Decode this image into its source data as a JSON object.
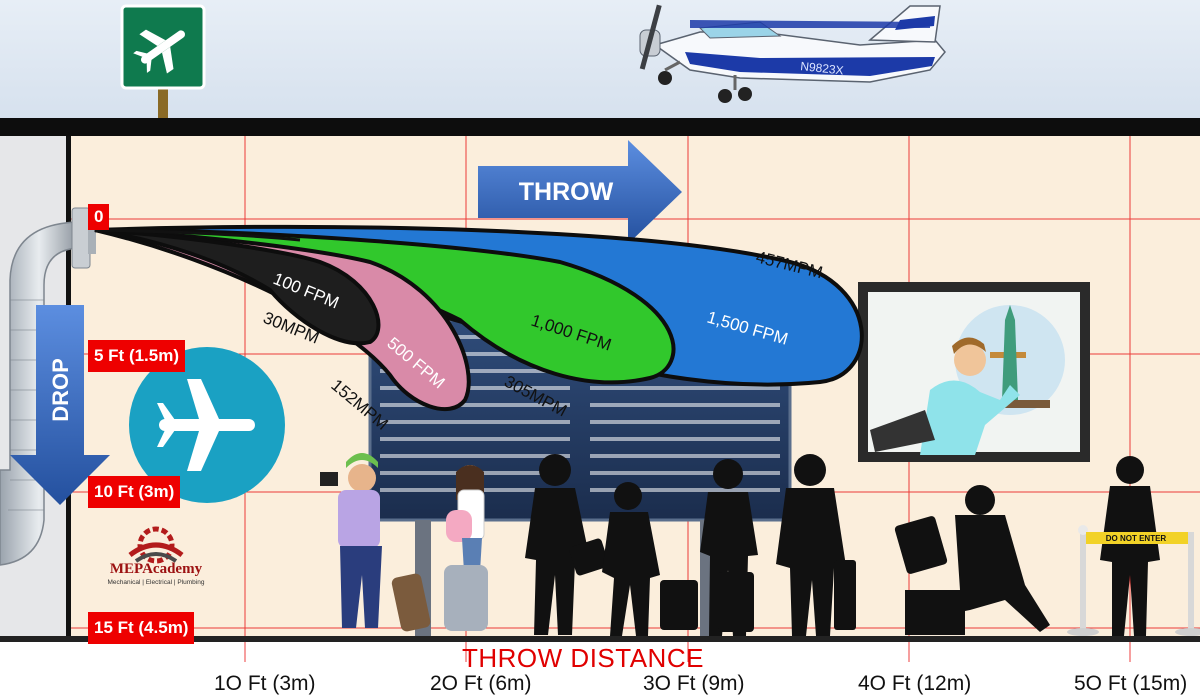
{
  "arrows": {
    "throw_label": "THROW",
    "drop_label": "DROP"
  },
  "drop_markers": [
    {
      "label": "0"
    },
    {
      "label": "5 Ft (1.5m)"
    },
    {
      "label": "10 Ft (3m)"
    },
    {
      "label": "15 Ft (4.5m)"
    }
  ],
  "throw_axis": {
    "title": "THROW DISTANCE",
    "ticks": [
      "1O Ft (3m)",
      "2O Ft (6m)",
      "3O Ft (9m)",
      "4O Ft (12m)",
      "5O Ft (15m)"
    ]
  },
  "plumes": [
    {
      "fpm": "100 FPM",
      "mpm": "30MPM",
      "color": "#1e1e1e"
    },
    {
      "fpm": "500 FPM",
      "mpm": "152MPM",
      "color": "#d98aa8"
    },
    {
      "fpm": "1,000 FPM",
      "mpm": "305MPM",
      "color": "#31c82c"
    },
    {
      "fpm": "1,500 FPM",
      "mpm": "457MPM",
      "color": "#2378d4"
    }
  ],
  "logo": {
    "name": "MEPAcademy",
    "tagline": "Mechanical | Electrical | Plumbing"
  },
  "airplane_registration": "N9823X",
  "sign_text": "DO NOT ENTER",
  "colors": {
    "accent_red": "#ee0000",
    "sky": "#dde7f1",
    "wall": "#fbeedc",
    "arrow_blue": "#3a6fc4"
  }
}
